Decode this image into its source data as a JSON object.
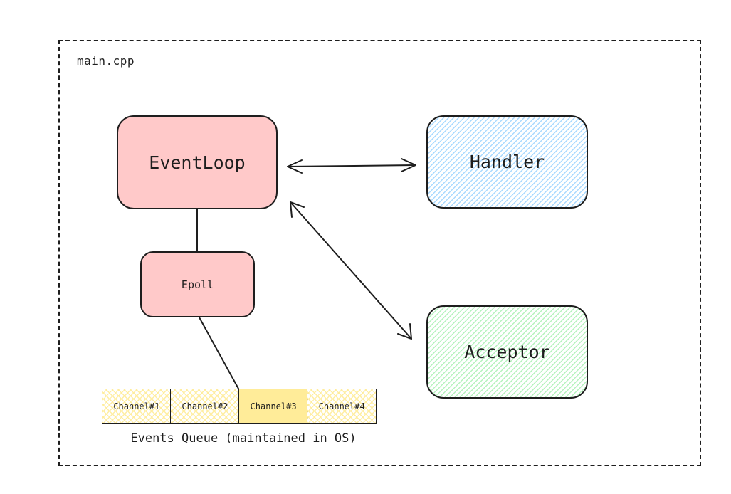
{
  "frame": {
    "label": "main.cpp"
  },
  "nodes": {
    "eventloop": {
      "label": "EventLoop",
      "fill": "#ffc9c9"
    },
    "handler": {
      "label": "Handler",
      "fill": "#a5d8ff"
    },
    "acceptor": {
      "label": "Acceptor",
      "fill": "#b2f2bb"
    },
    "epoll": {
      "label": "Epoll",
      "fill": "#ffc9c9"
    }
  },
  "queue": {
    "cells": [
      "Channel#1",
      "Channel#2",
      "Channel#3",
      "Channel#4"
    ],
    "fill": "#ffec99",
    "caption": "Events Queue (maintained in OS)"
  },
  "edges": [
    {
      "from": "eventloop",
      "to": "handler",
      "type": "bidirectional-arrow"
    },
    {
      "from": "eventloop",
      "to": "acceptor",
      "type": "bidirectional-arrow"
    },
    {
      "from": "eventloop",
      "to": "epoll",
      "type": "line"
    },
    {
      "from": "epoll",
      "to": "queue",
      "type": "line"
    }
  ]
}
